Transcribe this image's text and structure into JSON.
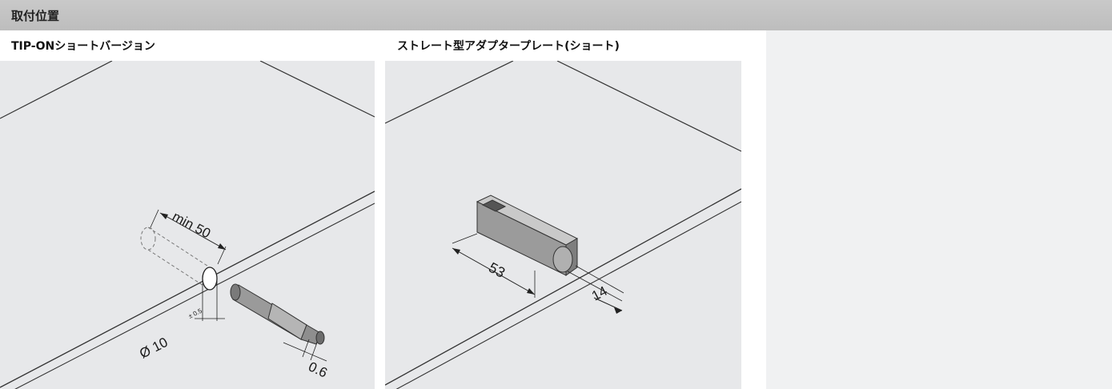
{
  "header": {
    "title": "取付位置"
  },
  "panels": [
    {
      "title": "TIP-ONショートバージョン",
      "labels": {
        "min_distance": "min 50",
        "diameter": "Ø 10",
        "tolerance": "± 0.5",
        "offset": "0.6"
      }
    },
    {
      "title": "ストレート型アダプタープレート(ショート)",
      "labels": {
        "length": "53",
        "width": "14"
      }
    }
  ]
}
